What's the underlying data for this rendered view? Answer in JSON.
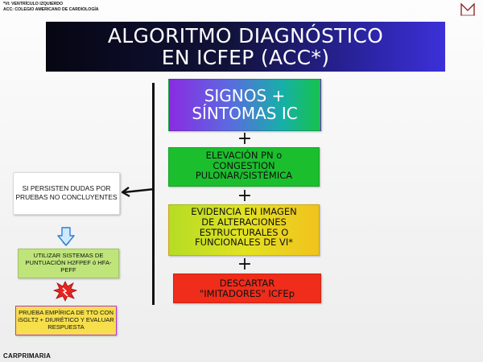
{
  "footnotes": {
    "line1": "*VI: VENTRÍCULO IZQUIERDO",
    "line2": "ACC: COLEGIO AMERICANO DE CARDIOLOGÍA"
  },
  "logo_text": "M",
  "title": {
    "line1": "ALGORITMO DIAGNÓSTICO",
    "line2": "EN ICFEP (ACC*)"
  },
  "steps": {
    "signos": {
      "line1": "SIGNOS +",
      "line2": "SÍNTOMAS IC"
    },
    "plus": "+",
    "elevacion": {
      "line1": "ELEVACIÓN PN o",
      "line2": "CONGESTION",
      "line3": "PULONAR/SISTÉMICA"
    },
    "evidencia": {
      "line1": "EVIDENCIA EN IMAGEN",
      "line2": "DE ALTERACIONES",
      "line3": "ESTRUCTURALES O",
      "line4": "FUNCIONALES DE VI*"
    },
    "descartar": {
      "line1": "DESCARTAR",
      "line2": "\"IMITADORES\" ICFEp"
    }
  },
  "side": {
    "persisten": {
      "line1": "SI PERSISTEN DUDAS POR",
      "line2": "PRUEBAS NO CONCLUYENTES"
    },
    "utilizar": {
      "line1": "UTILIZAR SISTEMAS DE",
      "line2": "PUNTUACIÓN H2FPEF ó HFA-",
      "line3": "PEFF"
    },
    "prueba": {
      "line1": "PRUEBA EMPÍRICA DE TTO CON",
      "line2": "iSGLT2 + DIURÉTICO Y EVALUAR",
      "line3": "RESPUESTA"
    }
  },
  "icons": {
    "down": "down-arrow-icon",
    "burst": "starburst-icon",
    "arrow": "arrow-left-icon"
  },
  "colors": {
    "title_dark": "#060613",
    "title_blue": "#3c30d8",
    "elevacion": "#1bbf2e",
    "descartar": "#f02c1a",
    "utilizar": "#bfe57a",
    "prueba": "#f6df4b",
    "prueba_border": "#b238d4"
  },
  "brand": "CARPRIMARIA"
}
